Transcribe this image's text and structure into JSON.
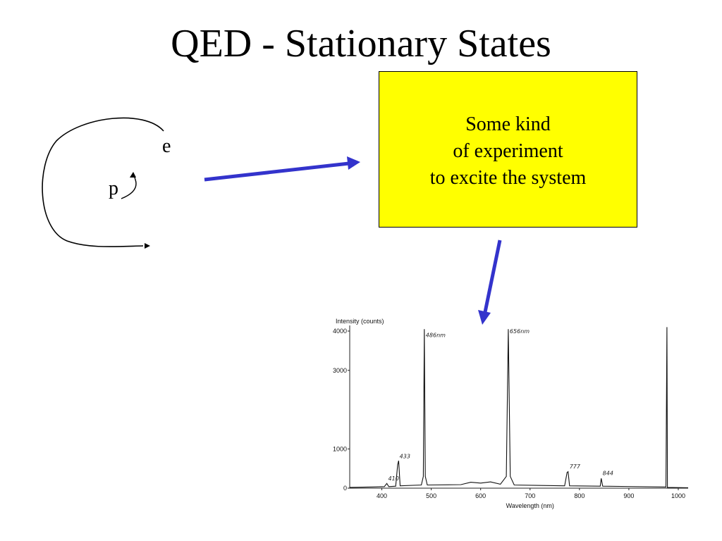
{
  "slide": {
    "title": "QED - Stationary States",
    "atom": {
      "electron_label": "e",
      "proton_label": "p"
    },
    "experiment_box": {
      "lines": [
        "Some kind",
        "of experiment",
        "to excite the system"
      ],
      "color": "#ffff00"
    },
    "arrow_color": "#3333cc"
  },
  "chart_data": {
    "type": "line",
    "title": "",
    "ylabel": "Intensity (counts)",
    "xlabel": "Wavelength (nm)",
    "xlim": [
      335,
      1020
    ],
    "ylim": [
      0,
      4000
    ],
    "x_ticks": [
      400,
      500,
      600,
      700,
      800,
      900,
      1000
    ],
    "y_ticks": [
      0,
      1000,
      3000,
      4000
    ],
    "grid": false,
    "series": [
      {
        "values": [
          {
            "x": 335,
            "y": 20
          },
          {
            "x": 380,
            "y": 30
          },
          {
            "x": 405,
            "y": 40
          },
          {
            "x": 410,
            "y": 120
          },
          {
            "x": 414,
            "y": 40
          },
          {
            "x": 428,
            "y": 50
          },
          {
            "x": 432,
            "y": 600
          },
          {
            "x": 434,
            "y": 700
          },
          {
            "x": 437,
            "y": 60
          },
          {
            "x": 480,
            "y": 80
          },
          {
            "x": 484,
            "y": 300
          },
          {
            "x": 486,
            "y": 4050
          },
          {
            "x": 488,
            "y": 300
          },
          {
            "x": 492,
            "y": 80
          },
          {
            "x": 560,
            "y": 90
          },
          {
            "x": 580,
            "y": 150
          },
          {
            "x": 600,
            "y": 130
          },
          {
            "x": 620,
            "y": 160
          },
          {
            "x": 640,
            "y": 100
          },
          {
            "x": 652,
            "y": 300
          },
          {
            "x": 656,
            "y": 4050
          },
          {
            "x": 660,
            "y": 300
          },
          {
            "x": 668,
            "y": 80
          },
          {
            "x": 770,
            "y": 60
          },
          {
            "x": 775,
            "y": 400
          },
          {
            "x": 777,
            "y": 420
          },
          {
            "x": 780,
            "y": 60
          },
          {
            "x": 842,
            "y": 50
          },
          {
            "x": 844,
            "y": 250
          },
          {
            "x": 847,
            "y": 50
          },
          {
            "x": 975,
            "y": 30
          },
          {
            "x": 977,
            "y": 4100
          },
          {
            "x": 978,
            "y": 20
          },
          {
            "x": 1020,
            "y": 10
          }
        ]
      }
    ],
    "annotations": [
      {
        "text": "410",
        "x": 410,
        "y": 200
      },
      {
        "text": "433",
        "x": 433,
        "y": 760
      },
      {
        "text": "486nm",
        "x": 486,
        "y": 3850
      },
      {
        "text": "656nm",
        "x": 656,
        "y": 3950
      },
      {
        "text": "777",
        "x": 777,
        "y": 500
      },
      {
        "text": "844",
        "x": 844,
        "y": 330
      }
    ]
  }
}
